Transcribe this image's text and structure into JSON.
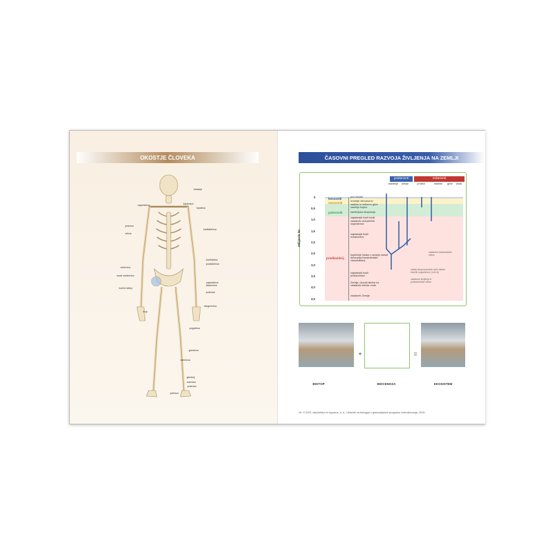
{
  "left": {
    "title": "OKOSTJE ČLOVEKA",
    "bones": [
      "lobanja",
      "ključnica",
      "lopatica",
      "zapestnice",
      "prsnica",
      "rebra",
      "nadlaktnica",
      "vretenca",
      "kolčnica",
      "koželjnica",
      "podlaktnica",
      "kosti medenice",
      "kolčni sklep",
      "zapestnice dlančnice",
      "prstnice",
      "stegnenica",
      "trup",
      "pogačica",
      "golenica",
      "mečnica",
      "gleženj",
      "nartnice",
      "prstnice",
      "petnica"
    ]
  },
  "right": {
    "title": "ČASOVNI PREGLED RAZVOJA ŽIVLJENJA NA ZEMLJI",
    "groups": [
      "prokarionti",
      "evkarionti"
    ],
    "organisms": [
      "bakterije",
      "arheje",
      "protisti",
      "rastline",
      "glive",
      "živali"
    ],
    "ylabel": "Milijarde let",
    "ticks": [
      "0",
      "0,5",
      "1,0",
      "1,5",
      "2,0",
      "2,5",
      "3,0",
      "3,5",
      "4,0",
      "4,5"
    ],
    "eras": [
      "kenozoik",
      "mezozoik",
      "paleozoik",
      "predkambrij"
    ],
    "events": [
      "prvi človek",
      "izumrtje dinozavrov",
      "rastline in žetbeno glive naselijo kopno",
      "kambrijska eksplozija",
      "najstarejši fosili živali",
      "nastanek večceličnih organizmov",
      "najstarejši fosili evkariontov",
      "kopičenje kisika v ozračju zaradi delovanja fotosintetskih cianobakterij",
      "najstarejši fosili prokariontov",
      "Zemlja, dovolj hladna za nastanek tekoče vode",
      "nastanek Zemlje"
    ],
    "notes": [
      "nastanek evkariontske celice",
      "zadnji skupni prednik vseh danes živečih organizmov (LUCA)",
      "nastanek življenja in prokariontske celice"
    ],
    "eco": [
      "BIOTOP",
      "BIOCENOZA",
      "EKOSISTEM"
    ],
    "ops": [
      "+",
      "="
    ],
    "credit": "Vir: © DZS, založništvo in trgovina, d. d., Učbenik za biologijo v gimnazijskem programu izobraževanja, 2015."
  }
}
